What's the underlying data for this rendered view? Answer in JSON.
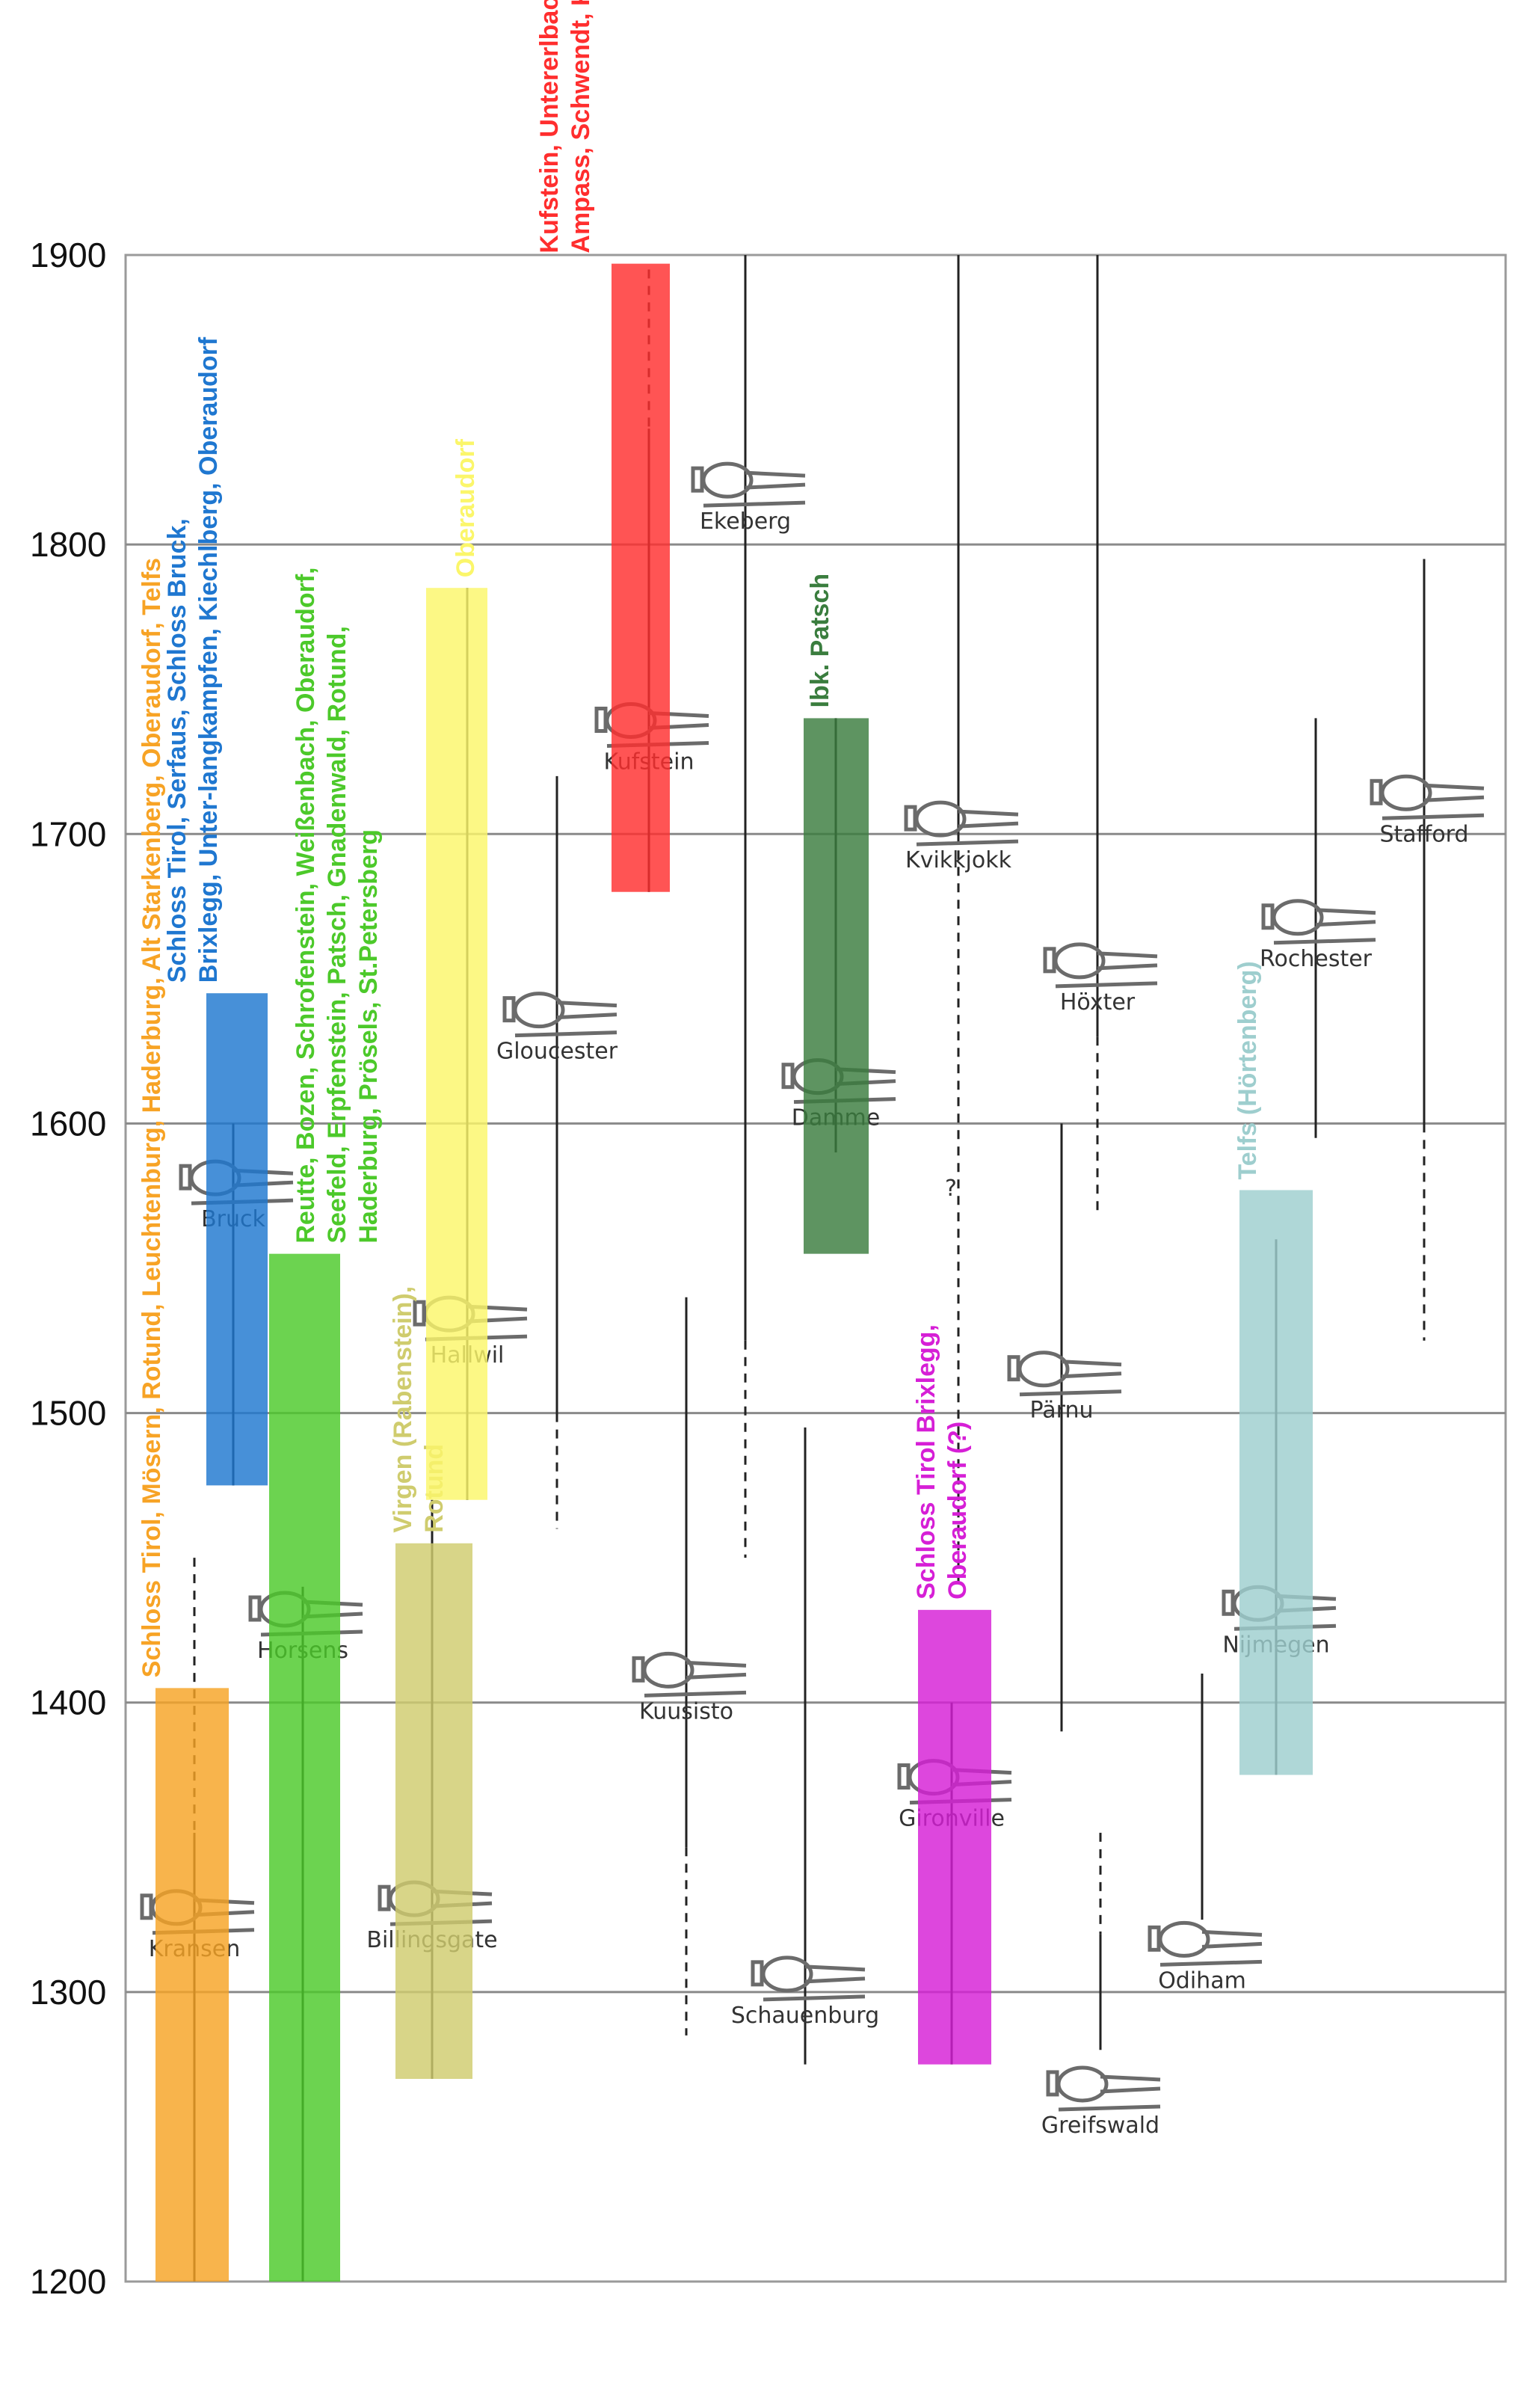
{
  "chart_data": {
    "type": "range",
    "title": "",
    "xlabel": "",
    "ylabel": "",
    "ylim": [
      1200,
      1900
    ],
    "yticks": [
      1200,
      1300,
      1400,
      1500,
      1600,
      1700,
      1800,
      1900
    ],
    "grid": true,
    "locations": [
      {
        "name": "Kransen",
        "solid": [
          1200,
          1355
        ],
        "dashed": [
          1355,
          1450
        ],
        "label_year": 1315
      },
      {
        "name": "Horsens",
        "solid": [
          1200,
          1440
        ],
        "label_year": 1418
      },
      {
        "name": "Billingsgate",
        "solid": [
          1270,
          1470
        ],
        "label_year": 1318
      },
      {
        "name": "Bruck",
        "solid": [
          1475,
          1600
        ],
        "label_year": 1567
      },
      {
        "name": "Hallwil",
        "solid": [
          1470,
          1785
        ],
        "label_year": 1520
      },
      {
        "name": "Gloucester",
        "solid": [
          1500,
          1720
        ],
        "dashed": [
          1460,
          1500
        ],
        "label_year": 1625
      },
      {
        "name": "Ekeberg",
        "solid": [
          1525,
          1900
        ],
        "dashed": [
          1450,
          1525
        ],
        "label_year": 1808
      },
      {
        "name": "Kufstein",
        "solid": [
          1680,
          1840
        ],
        "dashed": [
          1840,
          1895
        ],
        "label_year": 1725
      },
      {
        "name": "Kuusisto",
        "solid": [
          1350,
          1540
        ],
        "dashed": [
          1285,
          1350
        ],
        "label_year": 1397
      },
      {
        "name": "Schauenburg",
        "solid": [
          1275,
          1495
        ],
        "label_year": 1292
      },
      {
        "name": "Damme",
        "solid": [
          1590,
          1740
        ],
        "label_year": 1602
      },
      {
        "name": "Kvikkjokk",
        "solid": [
          1700,
          1900
        ],
        "dashed": [
          1440,
          1700
        ],
        "label_year": 1691
      },
      {
        "name": "Gironville",
        "solid": [
          1275,
          1400
        ],
        "label_year": 1360
      },
      {
        "name": "Pärnu",
        "solid": [
          1390,
          1600
        ],
        "label_year": 1501
      },
      {
        "name": "Höxter",
        "solid": [
          1630,
          1900
        ],
        "dashed": [
          1570,
          1630
        ],
        "label_year": 1642
      },
      {
        "name": "Greifswald",
        "solid": [
          1280,
          1320
        ],
        "dashed": [
          1320,
          1355
        ],
        "label_year": 1254
      },
      {
        "name": "Odiham",
        "solid": [
          1325,
          1410
        ],
        "label_year": 1304
      },
      {
        "name": "Nijmegen",
        "solid": [
          1375,
          1560
        ],
        "label_year": 1420
      },
      {
        "name": "Rochester",
        "solid": [
          1595,
          1740
        ],
        "label_year": 1657
      },
      {
        "name": "Stafford",
        "solid": [
          1600,
          1795
        ],
        "dashed": [
          1525,
          1600
        ],
        "label_year": 1700
      }
    ],
    "groups": [
      {
        "label": "Schloss Tirol, Mösern, Rotund, Leuchtenburg, Haderburg, Alt Starkenberg, Oberaudorf, Telfs",
        "range": [
          1200,
          1405
        ],
        "color": "#f7a325"
      },
      {
        "label": "Schloss Tirol, Serfaus, Schloss Bruck, Brixlegg, Unter-langkampfen, Kiechlberg, Oberaudorf",
        "range": [
          1475,
          1645
        ],
        "color": "#1f77d0"
      },
      {
        "label": "Reutte, Bozen, Schrofenstein, Weißenbach, Oberaudorf, Seefeld, Erpfenstein, Patsch, Gnadenwald, Rotund, Haderburg, Prösels, St.Petersberg",
        "range": [
          1200,
          1555
        ],
        "color": "#4cc92a"
      },
      {
        "label": "Virgen (Rabenstein), Rotund",
        "range": [
          1270,
          1455
        ],
        "color": "#cfcc6e"
      },
      {
        "label": "Oberaudorf",
        "range": [
          1470,
          1785
        ],
        "color": "#fbf66a"
      },
      {
        "label": "Kufstein, Untererlbachhof, Matrei/Osttirol Ainet , Ampass, Schwendt, Kogelmoos, Unken, Zimmermoos",
        "range": [
          1680,
          1897
        ],
        "color": "#ff2e2e"
      },
      {
        "label": "Ibk. Patsch",
        "range": [
          1555,
          1740
        ],
        "color": "#3a7d3e"
      },
      {
        "label": "Schloss Tirol Brixlegg, Oberaudorf (?)",
        "range": [
          1275,
          1432
        ],
        "color": "#d61fd6"
      },
      {
        "label": "Telfs (Hörtenberg)",
        "range": [
          1375,
          1577
        ],
        "color": "#9ecece"
      }
    ],
    "annotations": [
      "?"
    ],
    "colors": {
      "grid": "#8a8a8a",
      "frame": "#9a9a9a",
      "line": "#222222"
    }
  }
}
